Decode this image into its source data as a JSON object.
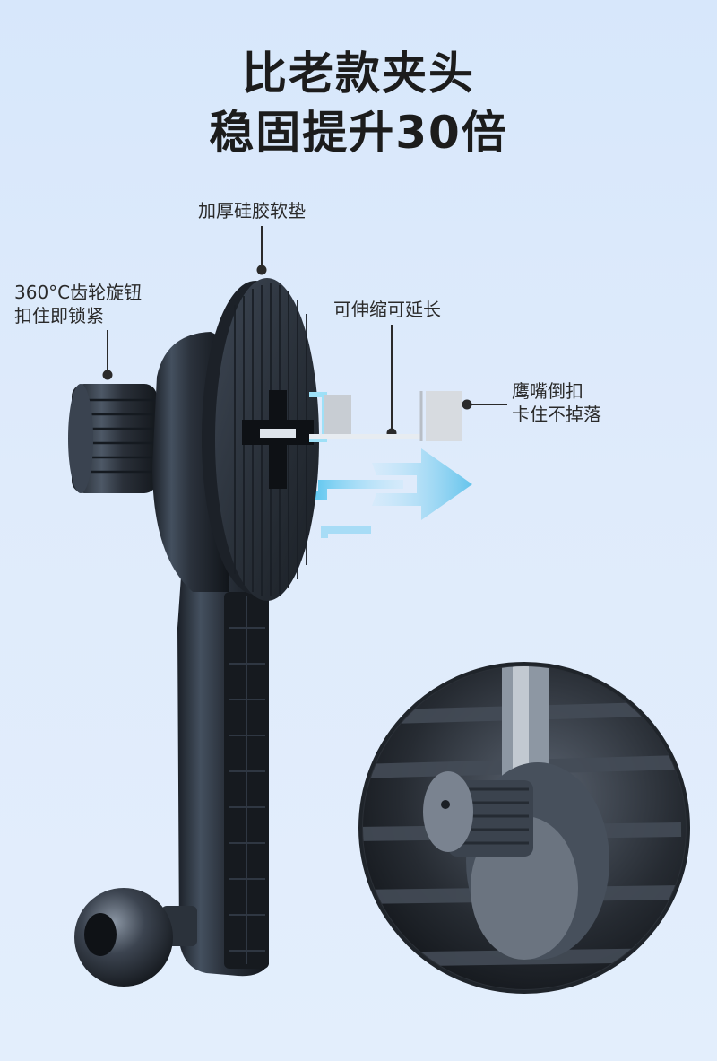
{
  "headline": {
    "line1": "比老款夹头",
    "line2": "稳固提升30倍"
  },
  "callouts": {
    "pad": "加厚硅胶软垫",
    "knob_line1": "360°C齿轮旋钮",
    "knob_line2": "扣住即锁紧",
    "extend": "可伸缩可延长",
    "hook_line1": "鹰嘴倒扣",
    "hook_line2": "卡住不掉落"
  },
  "colors": {
    "background": "#dceafb",
    "title": "#1c1c1c",
    "arrow": "#5fc4f0",
    "metal": "#2d3540"
  }
}
